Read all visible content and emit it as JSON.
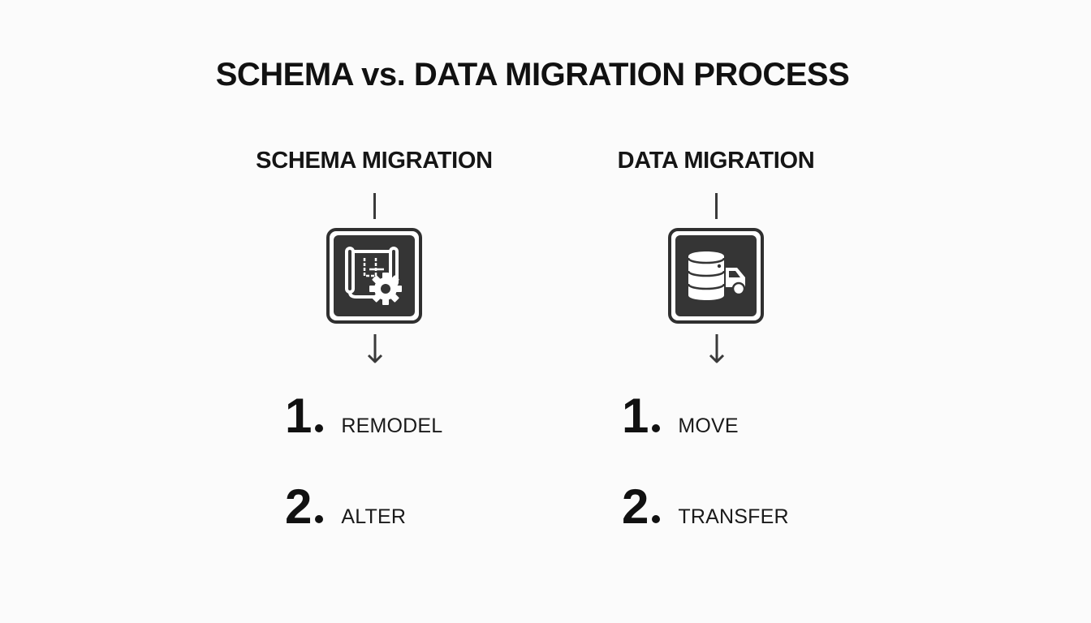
{
  "title": "SCHEMA vs. DATA MIGRATION PROCESS",
  "colors": {
    "background": "#fbfbfb",
    "text": "#111111",
    "icon_dark": "#353535",
    "icon_border": "#2f2f2f",
    "icon_glyph": "#ffffff"
  },
  "columns": [
    {
      "heading": "SCHEMA MIGRATION",
      "icon": "blueprint-gear-icon",
      "steps": [
        {
          "number": "1",
          "label": "REMODEL"
        },
        {
          "number": "2",
          "label": "ALTER"
        }
      ]
    },
    {
      "heading": "DATA MIGRATION",
      "icon": "database-truck-icon",
      "steps": [
        {
          "number": "1",
          "label": "MOVE"
        },
        {
          "number": "2",
          "label": "TRANSFER"
        }
      ]
    }
  ]
}
